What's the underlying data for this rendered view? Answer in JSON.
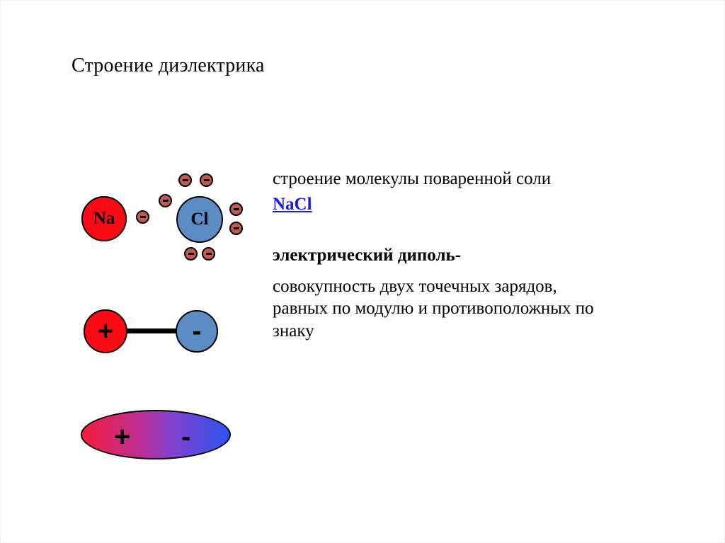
{
  "slide": {
    "title": "Строение диэлектрика",
    "background_color": "#ffffff"
  },
  "nacl_diagram": {
    "sodium": {
      "label": "Na",
      "color": "#fa0a14"
    },
    "chlorine": {
      "label": "Cl",
      "color": "#5b8cc4"
    },
    "electron": {
      "symbol": "−",
      "color": "#c05a52",
      "count": 8
    }
  },
  "dipole_diagram": {
    "positive_label": "+",
    "negative_label": "-",
    "positive_color": "#fa0a14",
    "negative_color": "#5b8cc4",
    "bond_color": "#000000"
  },
  "dipole_ellipse": {
    "positive_label": "+",
    "negative_label": "-",
    "gradient_start_color": "#f51c3c",
    "gradient_end_color": "#2b53f0"
  },
  "text": {
    "caption_nacl": "строение молекулы поваренной соли",
    "link_nacl": "NaCl",
    "term_dipole": "электрический диполь-",
    "definition_line1": "совокупность двух точечных зарядов,",
    "definition_line2": "равных по модулю и противоположных по",
    "definition_line3": "знаку"
  }
}
